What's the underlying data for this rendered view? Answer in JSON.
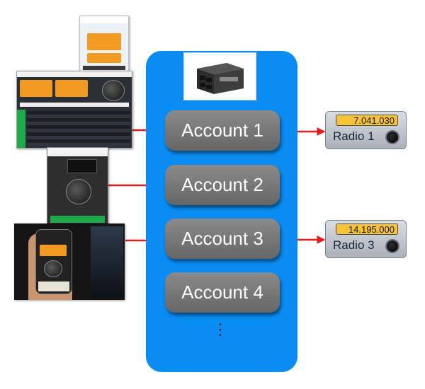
{
  "diagram": {
    "accounts": [
      {
        "label": "Account 1"
      },
      {
        "label": "Account 2"
      },
      {
        "label": "Account 3"
      },
      {
        "label": "Account 4"
      }
    ],
    "more_indicator": "⋮",
    "radios": [
      {
        "frequency": "7.041.030",
        "name": "Radio 1"
      },
      {
        "frequency": "14.195.000",
        "name": "Radio 3"
      }
    ],
    "colors": {
      "server_panel": "#0a8cf2",
      "account_box": "#777777",
      "arrow": "#e31b1b",
      "frequency_display": "#f7c437"
    },
    "clients": [
      {
        "icon": "phone-web-screenshot-icon"
      },
      {
        "icon": "desktop-app-screenshot-icon"
      },
      {
        "icon": "tablet-app-screenshot-icon"
      },
      {
        "icon": "iphone-in-hand-photo-icon"
      }
    ],
    "hardware_icon": "station-server-box-icon"
  }
}
